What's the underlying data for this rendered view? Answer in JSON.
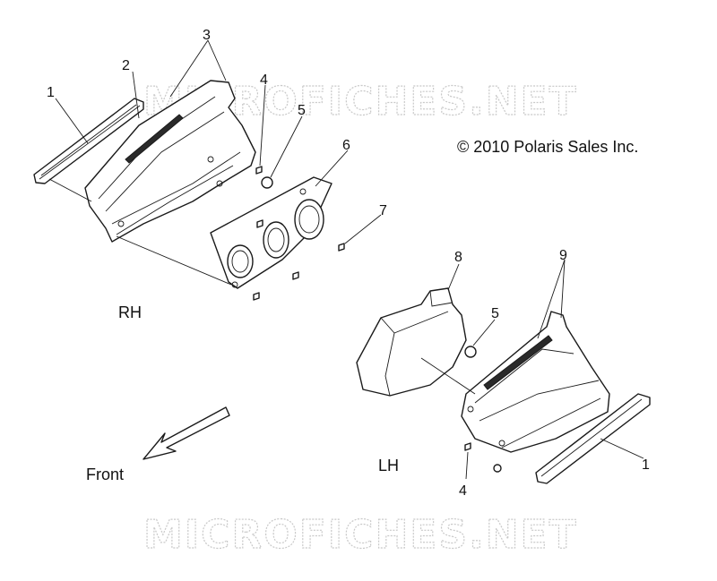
{
  "watermark": "MICROFICHES.NET",
  "copyright": "© 2010 Polaris Sales Inc.",
  "side_labels": {
    "rh": "RH",
    "lh": "LH"
  },
  "direction_label": "Front",
  "callouts": {
    "rh_1": "1",
    "rh_2": "2",
    "rh_3": "3",
    "rh_4": "4",
    "rh_5": "5",
    "rh_6": "6",
    "rh_7": "7",
    "lh_8": "8",
    "lh_5": "5",
    "lh_9": "9",
    "lh_1": "1",
    "lh_4": "4"
  }
}
